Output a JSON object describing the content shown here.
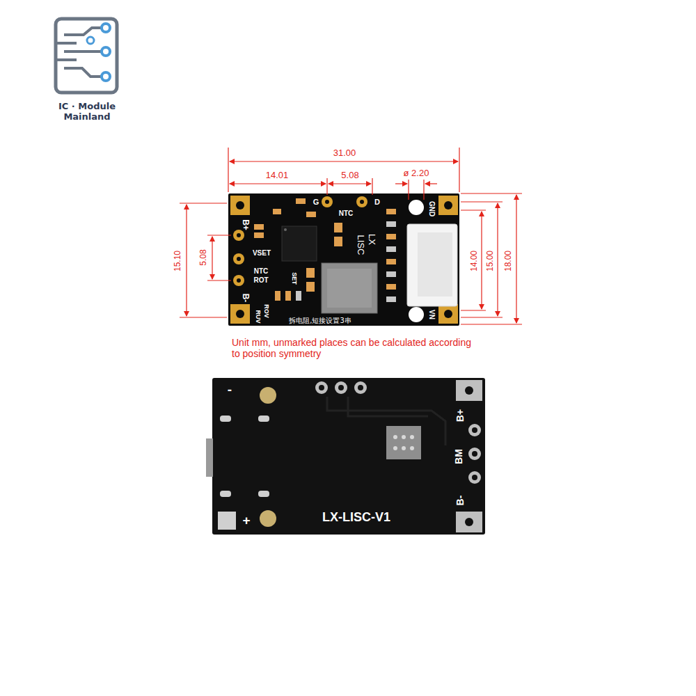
{
  "diagram": {
    "labels": [
      "IC · Module Mainland",
      "31.00",
      "14.01",
      "5.08",
      "ø 2.20",
      "15.10",
      "5.08",
      "14.00",
      "15.00",
      "18.00",
      "G",
      "NTC",
      "D",
      "GND",
      "B+",
      "LX",
      "LISC",
      "VSET",
      "NTC",
      "ROT",
      "SET",
      "B-",
      "RUV",
      "ROV",
      "拆电阻,短接设置3串",
      "VN",
      "Unit mm, unmarked places can be calculated according to position symmetry",
      "B+",
      "BM",
      "B-",
      "LX-LISC-V1",
      "+",
      "-"
    ]
  }
}
